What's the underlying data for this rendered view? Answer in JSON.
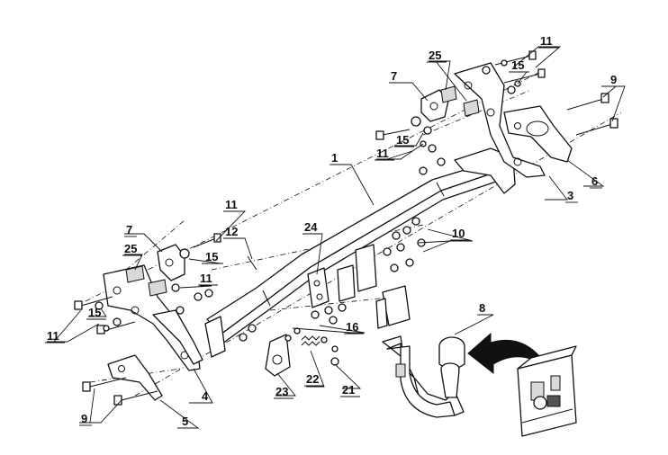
{
  "callouts": [
    {
      "id": "c1",
      "text": "1"
    },
    {
      "id": "c3",
      "text": "3"
    },
    {
      "id": "c4",
      "text": "4"
    },
    {
      "id": "c5",
      "text": "5"
    },
    {
      "id": "c6",
      "text": "6"
    },
    {
      "id": "c7a",
      "text": "7"
    },
    {
      "id": "c7b",
      "text": "7"
    },
    {
      "id": "c8",
      "text": "8"
    },
    {
      "id": "c9a",
      "text": "9"
    },
    {
      "id": "c9b",
      "text": "9"
    },
    {
      "id": "c10",
      "text": "10"
    },
    {
      "id": "c11a",
      "text": "11"
    },
    {
      "id": "c11b",
      "text": "11"
    },
    {
      "id": "c11c",
      "text": "11"
    },
    {
      "id": "c11d",
      "text": "11"
    },
    {
      "id": "c11e",
      "text": "11"
    },
    {
      "id": "c12",
      "text": "12"
    },
    {
      "id": "c15a",
      "text": "15"
    },
    {
      "id": "c15b",
      "text": "15"
    },
    {
      "id": "c15c",
      "text": "15"
    },
    {
      "id": "c15d",
      "text": "15"
    },
    {
      "id": "c16",
      "text": "16"
    },
    {
      "id": "c21",
      "text": "21"
    },
    {
      "id": "c22",
      "text": "22"
    },
    {
      "id": "c23",
      "text": "23"
    },
    {
      "id": "c24",
      "text": "24"
    },
    {
      "id": "c25a",
      "text": "25"
    },
    {
      "id": "c25b",
      "text": "25"
    }
  ]
}
